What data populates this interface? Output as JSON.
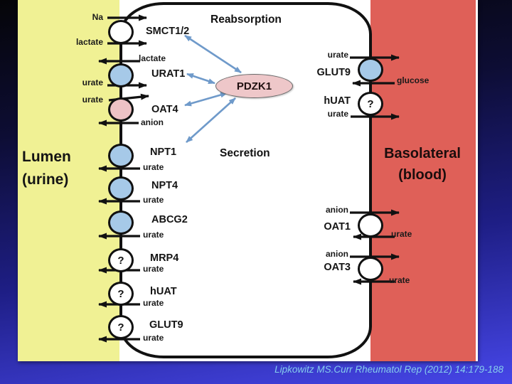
{
  "citation": "Lipkowitz MS.Curr Rheumatol Rep (2012) 14:179-188",
  "regions": {
    "lumen": {
      "title_line1": "Lumen",
      "title_line2": "(urine)"
    },
    "basolateral": {
      "title_line1": "Basolateral",
      "title_line2": "(blood)"
    }
  },
  "processes": {
    "reabsorption": "Reabsorption",
    "secretion": "Secretion"
  },
  "scaffold_protein": "PDZK1",
  "substrates": {
    "na": "Na",
    "lactate": "lactate",
    "urate": "urate",
    "anion": "anion",
    "glucose": "glucose"
  },
  "apical_transporters": [
    {
      "name": "SMCT1/2",
      "fill": "white",
      "mark": ""
    },
    {
      "name": "URAT1",
      "fill": "blue",
      "mark": ""
    },
    {
      "name": "OAT4",
      "fill": "pink",
      "mark": ""
    },
    {
      "name": "NPT1",
      "fill": "blue",
      "mark": ""
    },
    {
      "name": "NPT4",
      "fill": "blue",
      "mark": ""
    },
    {
      "name": "ABCG2",
      "fill": "blue",
      "mark": ""
    },
    {
      "name": "MRP4",
      "fill": "white",
      "mark": "?"
    },
    {
      "name": "hUAT",
      "fill": "white",
      "mark": "?"
    },
    {
      "name": "GLUT9",
      "fill": "white",
      "mark": "?"
    }
  ],
  "basolateral_transporters": [
    {
      "name": "GLUT9",
      "fill": "blue",
      "mark": ""
    },
    {
      "name": "hUAT",
      "fill": "white",
      "mark": "?"
    },
    {
      "name": "OAT1",
      "fill": "white",
      "mark": ""
    },
    {
      "name": "OAT3",
      "fill": "white",
      "mark": ""
    }
  ],
  "colors": {
    "lumen_bg": "#f0f194",
    "blood_bg": "#df6058",
    "transporter_blue": "#a6c9e8",
    "transporter_pink": "#edc2c5",
    "pdzk1_fill": "#eec7c9",
    "pdzk1_arrow_blue": "#6f9aca",
    "membrane_black": "#111111",
    "citation_text": "#85cdec"
  }
}
